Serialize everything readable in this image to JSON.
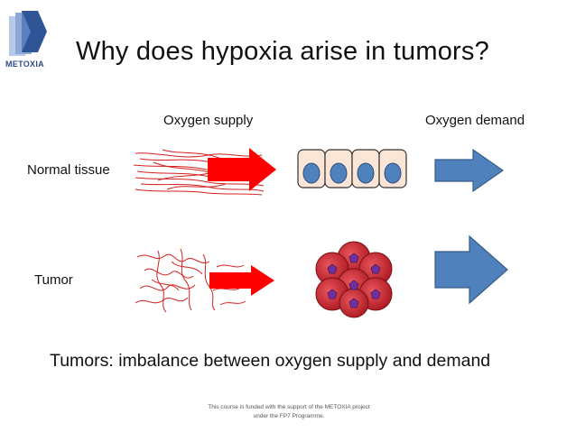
{
  "logo": {
    "text": "METOXIA",
    "icon": "metoxia-logo-icon"
  },
  "title": "Why does hypoxia arise in tumors?",
  "headers": {
    "supply": "Oxygen supply",
    "demand": "Oxygen demand"
  },
  "rows": {
    "normal": "Normal tissue",
    "tumor": "Tumor"
  },
  "caption": "Tumors: imbalance between oxygen supply and demand",
  "footer": {
    "line1": "This course is funded with the support of the METOXIA project",
    "line2": "under the FP7 Programme."
  },
  "colors": {
    "vessel": "#d42020",
    "supply_arrow": "#ff0000",
    "demand_arrow": "#4f81bd",
    "cell_fill": "#fbe5d6",
    "nucleus": "#4f81bd",
    "tumor_cell": "#c0202a",
    "tumor_nucleus": "#7030a0"
  }
}
